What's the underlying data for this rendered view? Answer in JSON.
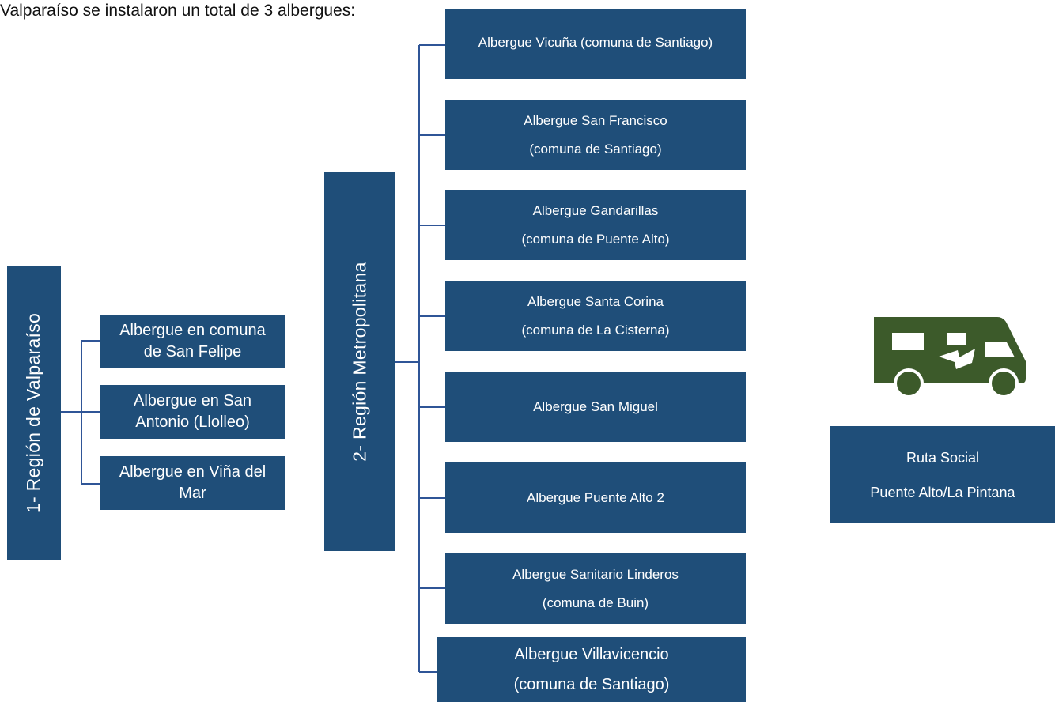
{
  "intro_text": "Valparaíso se instalaron un total de 3 albergues:",
  "colors": {
    "box": "#1f4e79",
    "line": "#2f5597",
    "icon": "#3c5a2a"
  },
  "region1": {
    "label": "1- Región de Valparaíso",
    "albergues": [
      {
        "line1": "Albergue en comuna",
        "line2": "de San Felipe"
      },
      {
        "line1": "Albergue en San",
        "line2": "Antonio (Llolleo)"
      },
      {
        "line1": "Albergue en Viña del",
        "line2": "Mar"
      }
    ]
  },
  "region2": {
    "label": "2- Región Metropolitana",
    "albergues": [
      {
        "line1": "Albergue Vicuña (comuna de Santiago)",
        "line2": ""
      },
      {
        "line1": "Albergue San Francisco",
        "line2": "(comuna de Santiago)"
      },
      {
        "line1": "Albergue Gandarillas",
        "line2": "(comuna de Puente Alto)"
      },
      {
        "line1": "Albergue Santa Corina",
        "line2": "(comuna de La Cisterna)"
      },
      {
        "line1": "Albergue San Miguel",
        "line2": ""
      },
      {
        "line1": "Albergue Puente Alto 2",
        "line2": ""
      },
      {
        "line1": "Albergue Sanitario Linderos",
        "line2": "(comuna de Buin)"
      },
      {
        "line1": "Albergue Villavicencio",
        "line2": "(comuna de Santiago)"
      }
    ]
  },
  "ruta_social": {
    "icon": "camper-van-icon",
    "line1": "Ruta Social",
    "line2": "Puente Alto/La Pintana"
  }
}
